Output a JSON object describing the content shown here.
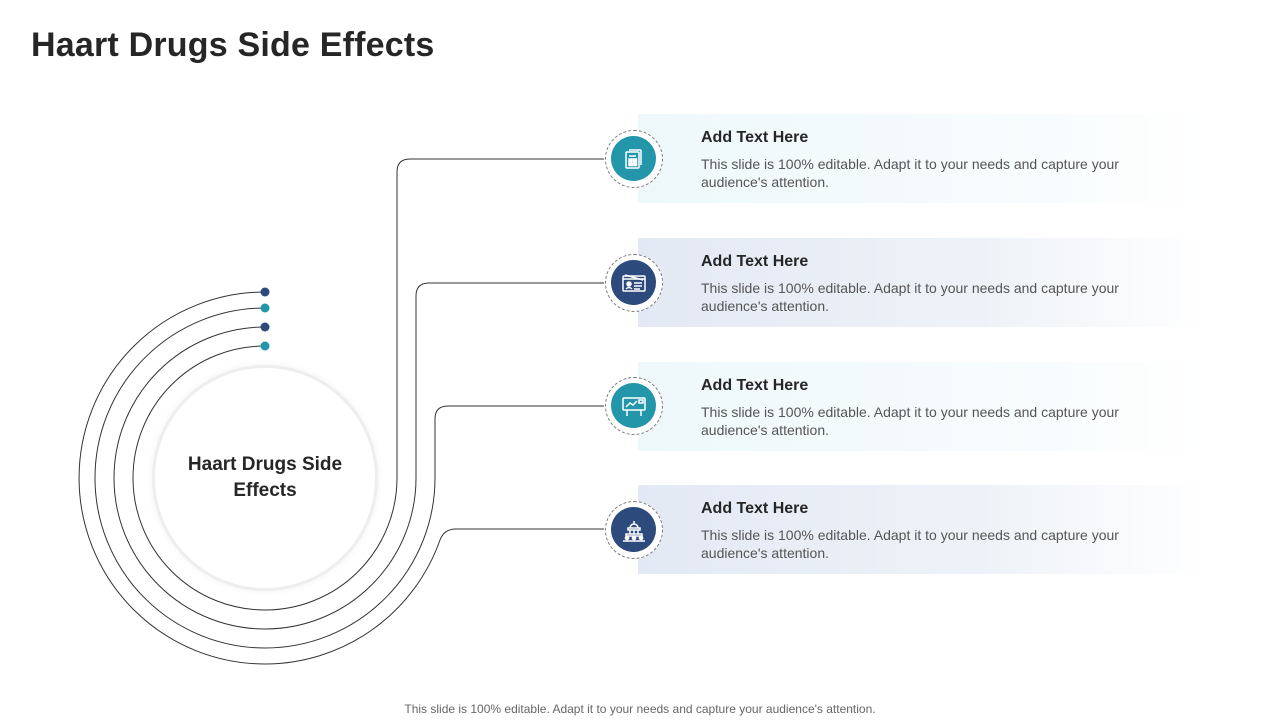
{
  "title": "Haart Drugs Side Effects",
  "center": {
    "label": "Haart Drugs Side Effects"
  },
  "colors": {
    "teal": "#2396aa",
    "navy": "#2d4a7c",
    "connector": "#333333"
  },
  "items": [
    {
      "heading": "Add Text Here",
      "body": "This slide is 100% editable. Adapt it to your needs and capture your audience's attention.",
      "icon": "clipboard-document-icon",
      "color": "#2396aa"
    },
    {
      "heading": "Add Text Here",
      "body": "This slide is 100% editable. Adapt it to your needs and capture your audience's attention.",
      "icon": "id-card-icon",
      "color": "#2d4a7c"
    },
    {
      "heading": "Add Text Here",
      "body": "This slide is 100% editable. Adapt it to your needs and capture your audience's attention.",
      "icon": "presentation-board-icon",
      "color": "#2396aa"
    },
    {
      "heading": "Add Text Here",
      "body": "This slide is 100% editable. Adapt it to your needs and capture your audience's attention.",
      "icon": "government-building-icon",
      "color": "#2d4a7c"
    }
  ],
  "footer": "This slide is 100% editable. Adapt it to your needs and capture your audience's attention."
}
